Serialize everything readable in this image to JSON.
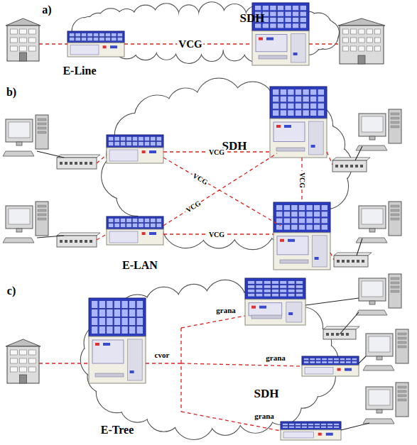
{
  "diagram": {
    "nodes": [
      {
        "text": [
          "SDH"
        ]
      },
      {
        "text": [
          "SDH"
        ]
      },
      {
        "text": [
          "SDH"
        ]
      }
    ],
    "labels": [
      "a)",
      "VCG",
      "E-Line",
      "b)",
      "VCG",
      "VCG",
      "VCG",
      "VCG",
      "VCG",
      "E-LAN",
      "c)",
      "grana",
      "cvor",
      "grana",
      "grana",
      "E-Tree"
    ]
  }
}
